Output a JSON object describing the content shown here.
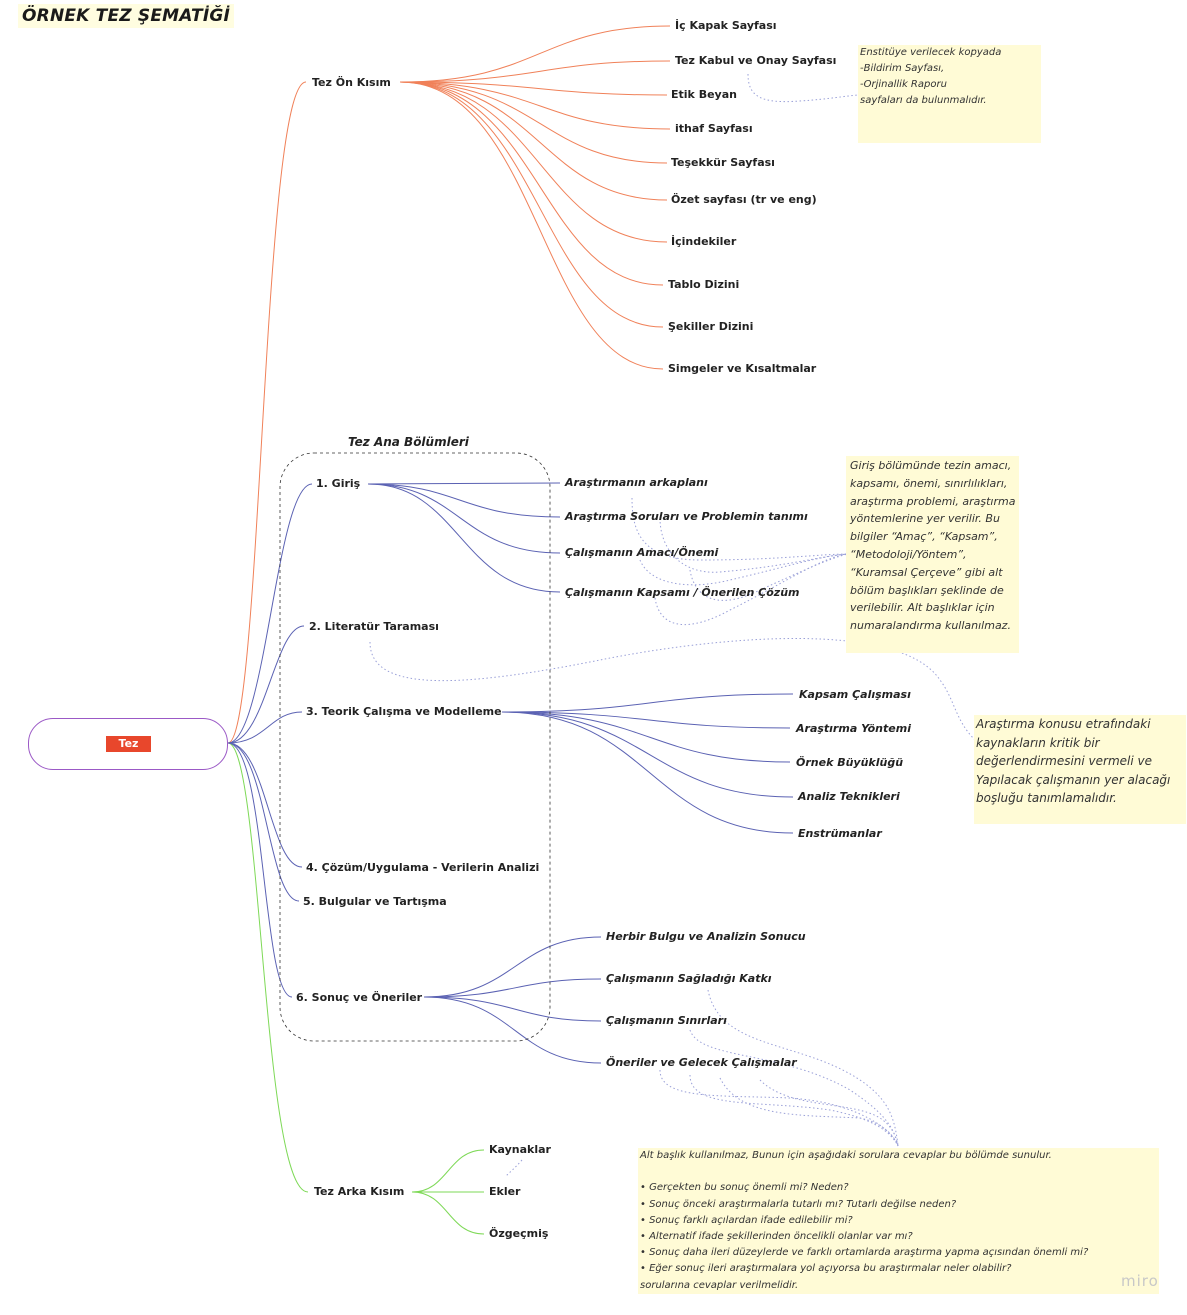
{
  "title": "ÖRNEK TEZ ŞEMATİĞİ",
  "root": {
    "label": "Tez"
  },
  "group_label": "Tez Ana Bölümleri",
  "on_kisim": {
    "label": "Tez Ön Kısım",
    "items": [
      "İç Kapak Sayfası",
      "Tez Kabul ve Onay Sayfası",
      "Etik Beyan",
      "ithaf Sayfası",
      "Teşekkür Sayfası",
      "Özet sayfası (tr ve  eng)",
      "İçindekiler",
      "Tablo Dizini",
      "Şekiller Dizini",
      "Simgeler ve Kısaltmalar"
    ]
  },
  "ana_bolumler": {
    "giris": {
      "label": "1. Giriş",
      "items": [
        "Araştırmanın arkaplanı",
        "Araştırma Soruları ve Problemin tanımı",
        "Çalışmanın Amacı/Önemi",
        "Çalışmanın Kapsamı / Önerilen Çözüm"
      ]
    },
    "literatur": {
      "label": "2. Literatür Taraması"
    },
    "teorik": {
      "label": "3.  Teorik Çalışma ve Modelleme",
      "items": [
        "Kapsam Çalışması",
        "Araştırma Yöntemi",
        "Örnek Büyüklüğü",
        "Analiz Teknikleri",
        "Enstrümanlar"
      ]
    },
    "cozum": {
      "label": "4. Çözüm/Uygulama  - Verilerin Analizi"
    },
    "bulgular": {
      "label": "5. Bulgular ve Tartışma"
    },
    "sonuc": {
      "label": "6. Sonuç ve Öneriler",
      "items": [
        "Herbir Bulgu ve Analizin Sonucu",
        "Çalışmanın Sağladığı Katkı",
        "Çalışmanın Sınırları",
        "Öneriler ve Gelecek Çalışmalar"
      ]
    }
  },
  "arka_kisim": {
    "label": "Tez Arka Kısım",
    "items": [
      "Kaynaklar",
      "Ekler",
      "Özgeçmiş"
    ]
  },
  "notes": {
    "enstitu": [
      "Enstitüye verilecek kopyada",
      "-Bildirim Sayfası,",
      "-Orjinallik Raporu",
      "sayfaları da bulunmalıdır."
    ],
    "giris": [
      "Giriş bölümünde tezin amacı,",
      "kapsamı, önemi, sınırlılıkları,",
      "araştırma problemi, araştırma",
      "yöntemlerine yer verilir. Bu",
      "bilgiler “Amaç”, “Kapsam”,",
      "“Metodoloji/Yöntem”,",
      "“Kuramsal Çerçeve” gibi alt",
      "bölüm başlıkları şeklinde de",
      "verilebilir. Alt başlıklar için",
      "numaralandırma kullanılmaz."
    ],
    "literatur": [
      "Araştırma konusu etrafındaki",
      "kaynakların kritik bir",
      "değerlendirmesini vermeli ve",
      "Yapılacak çalışmanın yer alacağı",
      "boşluğu tanımlamalıdır."
    ],
    "sonuc": [
      "Alt başlık kullanılmaz, Bunun için aşağıdaki sorulara cevaplar bu bölümde sunulur.",
      "",
      "• Gerçekten bu sonuç önemli mi? Neden?",
      "• Sonuç önceki araştırmalarla tutarlı mı? Tutarlı değilse neden?",
      "• Sonuç farklı açılardan ifade edilebilir mi?",
      "• Alternatif ifade şekillerinden öncelikli olanlar var mı?",
      "• Sonuç daha ileri düzeylerde ve farklı ortamlarda araştırma yapma açısından önemli mi?",
      "• Eğer sonuç ileri araştırmalara yol açıyorsa bu araştırmalar neler olabilir?",
      "sorularına cevaplar verilmelidir."
    ]
  },
  "watermark": "miro",
  "colors": {
    "on_kisim_branch": "#f08159",
    "ana_branch": "#5b62b3",
    "arka_branch": "#7ed957",
    "root_border": "#9b59c6",
    "root_tag": "#e8472c",
    "note_bg": "#fffbd6",
    "note_connector": "#9aa0d8"
  }
}
